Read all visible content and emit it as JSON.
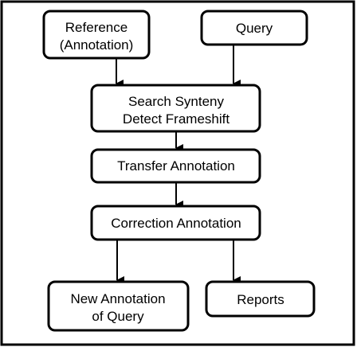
{
  "diagram": {
    "nodes": {
      "reference": {
        "lines": [
          "Reference",
          "(Annotation)"
        ]
      },
      "query": {
        "lines": [
          "Query"
        ]
      },
      "search": {
        "lines": [
          "Search Synteny",
          "Detect Frameshift"
        ]
      },
      "transfer": {
        "lines": [
          "Transfer Annotation"
        ]
      },
      "correction": {
        "lines": [
          "Correction Annotation"
        ]
      },
      "new_annotation": {
        "lines": [
          "New Annotation",
          "of Query"
        ]
      },
      "reports": {
        "lines": [
          "Reports"
        ]
      }
    },
    "edges": [
      {
        "from": "reference",
        "to": "search"
      },
      {
        "from": "query",
        "to": "search"
      },
      {
        "from": "search",
        "to": "transfer"
      },
      {
        "from": "transfer",
        "to": "correction"
      },
      {
        "from": "correction",
        "to": "new_annotation"
      },
      {
        "from": "correction",
        "to": "reports"
      }
    ]
  }
}
